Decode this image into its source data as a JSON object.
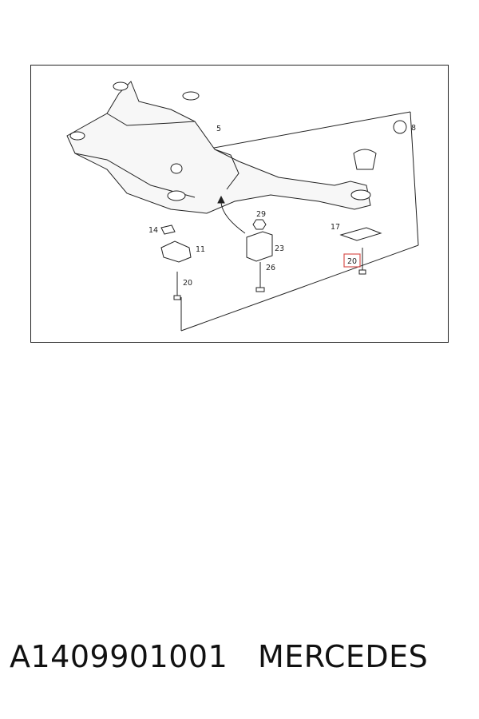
{
  "diagram": {
    "callouts": {
      "c5": "5",
      "c8": "8",
      "c11": "11",
      "c14": "14",
      "c17": "17",
      "c20_left": "20",
      "c20_right": "20",
      "c23": "23",
      "c26": "26",
      "c29": "29"
    },
    "highlighted_callout": "20",
    "highlight_color": "#d9534f"
  },
  "footer": {
    "part_number": "A1409901001",
    "brand": "MERCEDES"
  }
}
